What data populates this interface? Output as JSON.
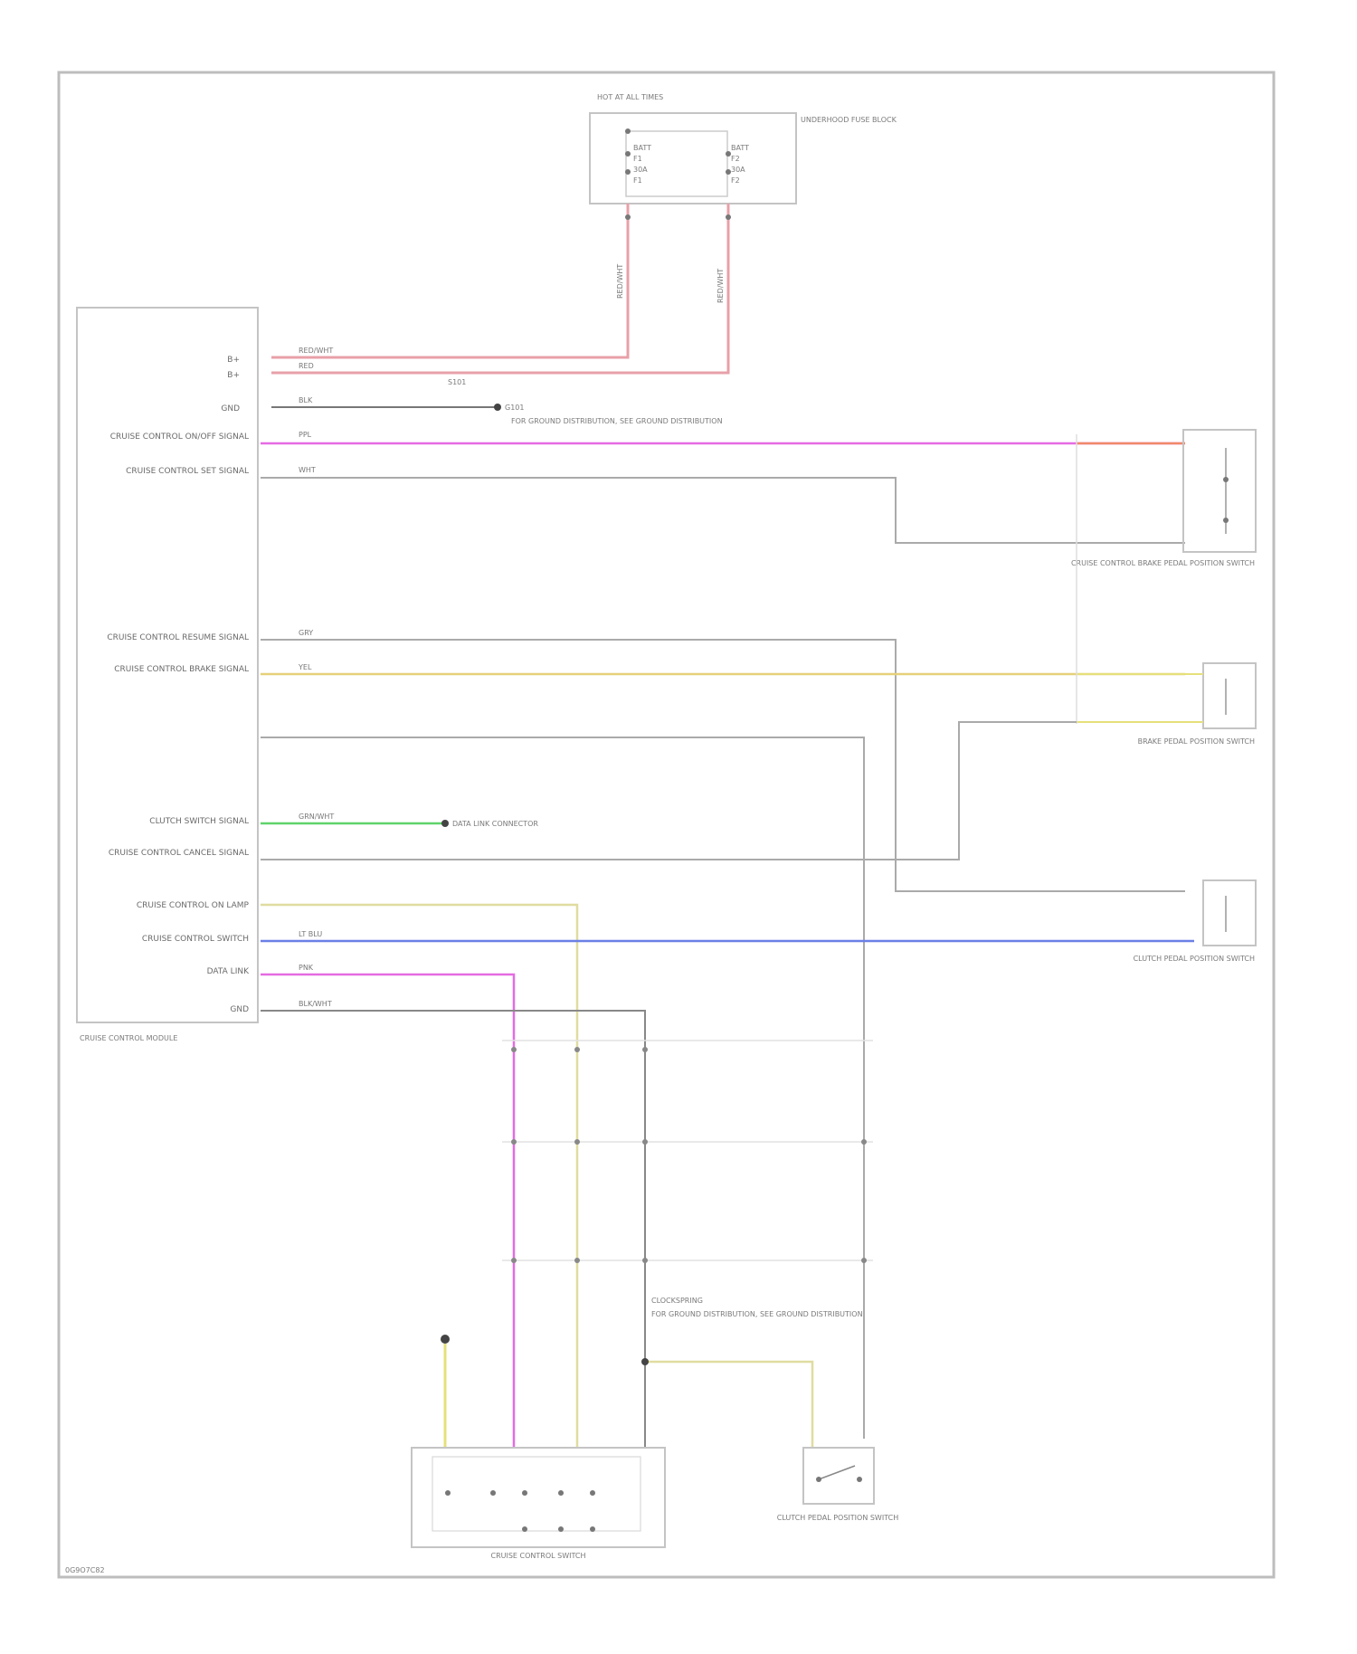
{
  "diagram": {
    "footer_code": "0G9O7C82",
    "fuse_block": {
      "top_label": "HOT AT ALL TIMES",
      "name": "UNDERHOOD FUSE BLOCK",
      "fuse_a": [
        "BATT",
        "F1",
        "30A",
        "F1"
      ],
      "fuse_b": [
        "BATT",
        "F2",
        "30A",
        "F2"
      ]
    },
    "wires_top": {
      "left_color": "RED/WHT",
      "right_color": "RED/WHT"
    },
    "splice_label": "S101",
    "ground_text": "G101",
    "ground_note": "FOR GROUND DISTRIBUTION, SEE GROUND DISTRIBUTION",
    "module": {
      "name": "CRUISE CONTROL MODULE",
      "pins": [
        "B+",
        "B+",
        "GND",
        "CRUISE CONTROL ON/OFF SIGNAL",
        "CRUISE CONTROL SET SIGNAL",
        "CRUISE CONTROL RESUME SIGNAL",
        "CRUISE CONTROL BRAKE SIGNAL",
        "CLUTCH SWITCH SIGNAL",
        "CRUISE CONTROL CANCEL SIGNAL",
        "CRUISE CONTROL ON LAMP",
        "CRUISE CONTROL SWITCH",
        "DATA LINK",
        "GND"
      ],
      "wire_colors": [
        "RED/WHT",
        "RED",
        "BLK",
        "PPL",
        "WHT",
        "GRY",
        "YEL",
        "GRN/WHT",
        "LT BLU",
        "PNK",
        "BLK/WHT"
      ]
    },
    "pedal_switch": {
      "name": "CRUISE CONTROL BRAKE PEDAL POSITION SWITCH"
    },
    "brake_switch": {
      "name": "BRAKE PEDAL POSITION SWITCH"
    },
    "clutch_switch": {
      "name": "CLUTCH PEDAL POSITION SWITCH"
    },
    "green_dest": "DATA LINK CONNECTOR",
    "ground_switch_note": "FOR GROUND DISTRIBUTION, SEE GROUND DISTRIBUTION",
    "steering_switch": {
      "name": "CRUISE CONTROL SWITCH"
    },
    "clock_spring": {
      "name": "CLOCKSPRING"
    },
    "clutch_bottom": {
      "name": "CLUTCH PEDAL POSITION SWITCH"
    },
    "colors": {
      "pink": "#e8a0a8",
      "magenta": "#e56be3",
      "yellow": "#e6e07a",
      "green": "#5fd36a",
      "blue": "#6a7fe6",
      "gray": "#aaaaaa"
    }
  }
}
